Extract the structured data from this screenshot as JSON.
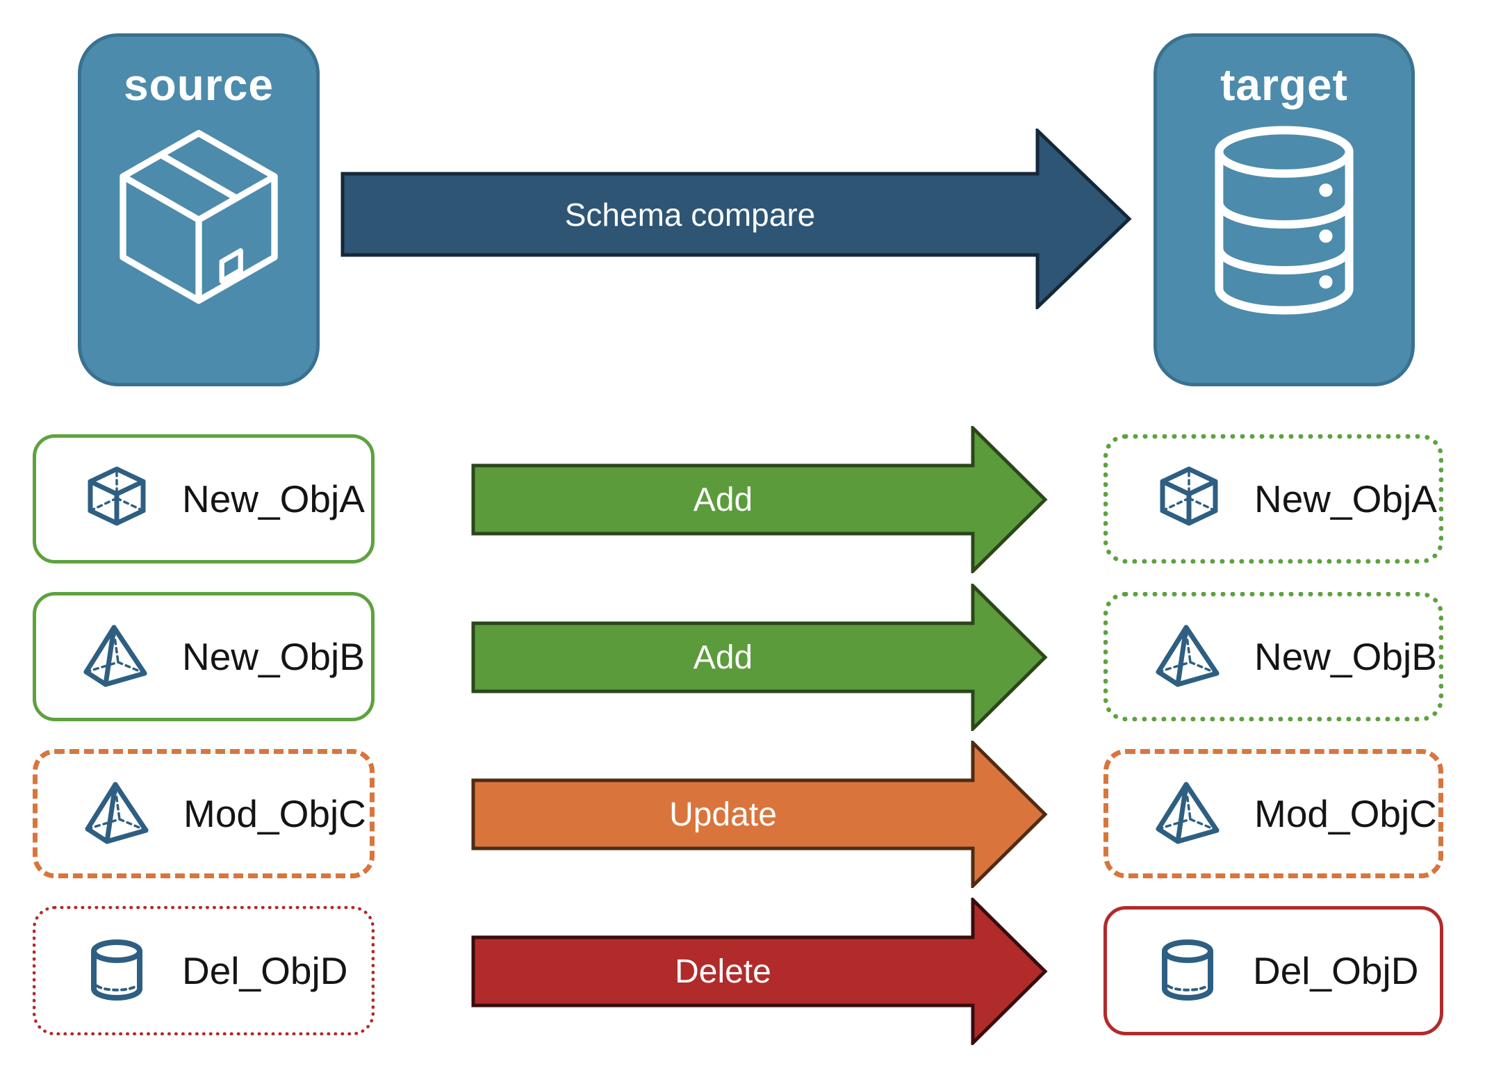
{
  "header": {
    "source": {
      "label": "source",
      "icon": "package-icon"
    },
    "target": {
      "label": "target",
      "icon": "database-icon"
    },
    "arrow": {
      "label": "Schema compare",
      "color": "#2E5574"
    }
  },
  "rows": [
    {
      "object": "New_ObjA",
      "action": "Add",
      "icon": "cube-icon",
      "left_border": "solid green",
      "right_border": "dotted green",
      "arrow_color": "#5B9B3C"
    },
    {
      "object": "New_ObjB",
      "action": "Add",
      "icon": "pyramid-icon",
      "left_border": "solid green",
      "right_border": "dotted green",
      "arrow_color": "#5B9B3C"
    },
    {
      "object": "Mod_ObjC",
      "action": "Update",
      "icon": "pyramid-icon",
      "left_border": "dashed orange",
      "right_border": "dashed orange",
      "arrow_color": "#D9753C"
    },
    {
      "object": "Del_ObjD",
      "action": "Delete",
      "icon": "cylinder-icon",
      "left_border": "dotted red",
      "right_border": "solid red",
      "arrow_color": "#B12B2B"
    }
  ],
  "colors": {
    "panel_blue": "#4C8BAB",
    "panel_border": "#3A7190",
    "schema_arrow_blue": "#2E5574",
    "add_green": "#5B9B3C",
    "update_orange": "#D9753C",
    "delete_red": "#B12B2B",
    "outline_green": "#5DA23E",
    "icon_blue": "#2E5F82"
  }
}
